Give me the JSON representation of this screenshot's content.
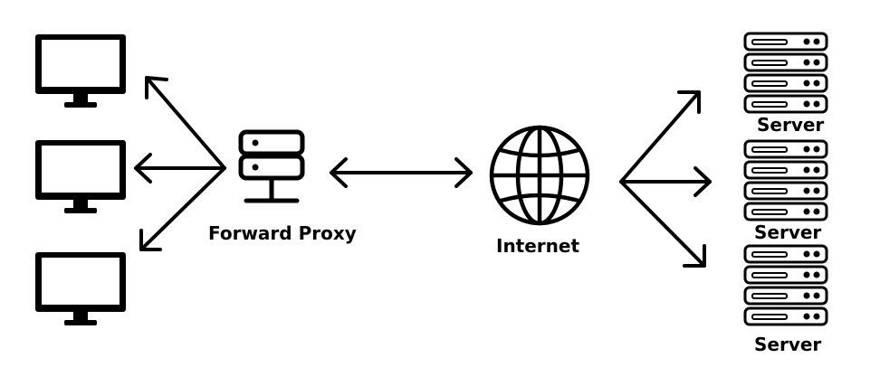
{
  "labels": {
    "proxy": "Forward Proxy",
    "internet": "Internet",
    "servers": [
      "Server",
      "Server",
      "Server"
    ]
  },
  "icons": {
    "clients": [
      "monitor-icon",
      "monitor-icon",
      "monitor-icon"
    ],
    "proxy": "proxy-server-icon",
    "internet": "globe-icon",
    "servers": [
      "server-rack-icon",
      "server-rack-icon",
      "server-rack-icon"
    ]
  },
  "colors": {
    "stroke": "#000000",
    "background": "#ffffff"
  }
}
